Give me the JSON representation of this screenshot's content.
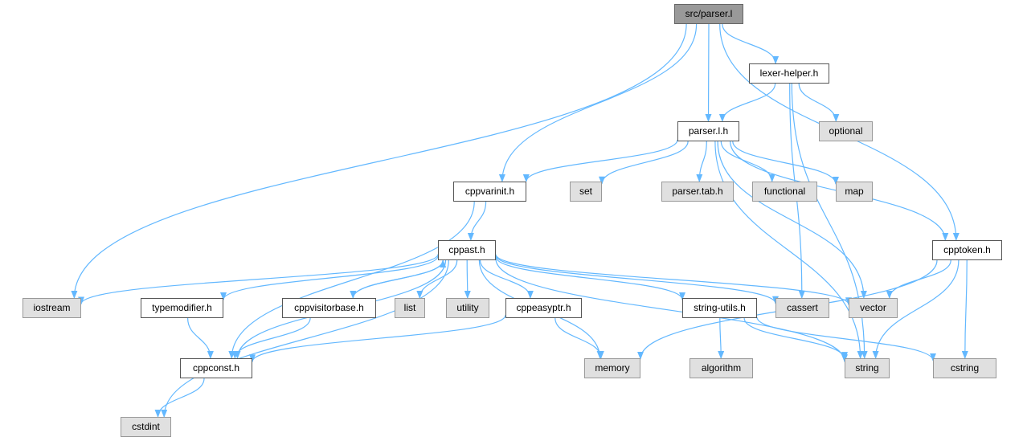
{
  "graph": {
    "edge_color": "#63b8ff",
    "node_colors": {
      "root": "#999999",
      "local": "#ffffff",
      "system": "#e0e0e0"
    },
    "nodes": [
      {
        "id": "src_parser_l",
        "label": "src/parser.l",
        "kind": "root"
      },
      {
        "id": "lexer_helper_h",
        "label": "lexer-helper.h",
        "kind": "local"
      },
      {
        "id": "optional",
        "label": "optional",
        "kind": "system"
      },
      {
        "id": "parser_l_h",
        "label": "parser.l.h",
        "kind": "local"
      },
      {
        "id": "cppvarinit_h",
        "label": "cppvarinit.h",
        "kind": "local"
      },
      {
        "id": "set",
        "label": "set",
        "kind": "system"
      },
      {
        "id": "parser_tab_h",
        "label": "parser.tab.h",
        "kind": "system"
      },
      {
        "id": "functional",
        "label": "functional",
        "kind": "system"
      },
      {
        "id": "map",
        "label": "map",
        "kind": "system"
      },
      {
        "id": "cppast_h",
        "label": "cppast.h",
        "kind": "local"
      },
      {
        "id": "cpptoken_h",
        "label": "cpptoken.h",
        "kind": "local"
      },
      {
        "id": "iostream",
        "label": "iostream",
        "kind": "system"
      },
      {
        "id": "typemodifier_h",
        "label": "typemodifier.h",
        "kind": "local"
      },
      {
        "id": "cppvisitorbase_h",
        "label": "cppvisitorbase.h",
        "kind": "local"
      },
      {
        "id": "list",
        "label": "list",
        "kind": "system"
      },
      {
        "id": "utility",
        "label": "utility",
        "kind": "system"
      },
      {
        "id": "cppeasyptr_h",
        "label": "cppeasyptr.h",
        "kind": "local"
      },
      {
        "id": "string_utils_h",
        "label": "string-utils.h",
        "kind": "local"
      },
      {
        "id": "cassert",
        "label": "cassert",
        "kind": "system"
      },
      {
        "id": "vector",
        "label": "vector",
        "kind": "system"
      },
      {
        "id": "cppconst_h",
        "label": "cppconst.h",
        "kind": "local"
      },
      {
        "id": "memory",
        "label": "memory",
        "kind": "system"
      },
      {
        "id": "algorithm",
        "label": "algorithm",
        "kind": "system"
      },
      {
        "id": "string",
        "label": "string",
        "kind": "system"
      },
      {
        "id": "cstring",
        "label": "cstring",
        "kind": "system"
      },
      {
        "id": "cstdint",
        "label": "cstdint",
        "kind": "system"
      }
    ],
    "edges": [
      [
        "src_parser_l",
        "lexer_helper_h"
      ],
      [
        "src_parser_l",
        "parser_l_h"
      ],
      [
        "src_parser_l",
        "cppvarinit_h"
      ],
      [
        "src_parser_l",
        "cpptoken_h"
      ],
      [
        "src_parser_l",
        "iostream"
      ],
      [
        "lexer_helper_h",
        "parser_l_h"
      ],
      [
        "lexer_helper_h",
        "optional"
      ],
      [
        "lexer_helper_h",
        "cassert"
      ],
      [
        "lexer_helper_h",
        "string"
      ],
      [
        "parser_l_h",
        "cppvarinit_h"
      ],
      [
        "parser_l_h",
        "set"
      ],
      [
        "parser_l_h",
        "parser_tab_h"
      ],
      [
        "parser_l_h",
        "functional"
      ],
      [
        "parser_l_h",
        "map"
      ],
      [
        "parser_l_h",
        "cpptoken_h"
      ],
      [
        "parser_l_h",
        "vector"
      ],
      [
        "parser_l_h",
        "string"
      ],
      [
        "cppvarinit_h",
        "cppast_h"
      ],
      [
        "cppvarinit_h",
        "cppconst_h"
      ],
      [
        "cppast_h",
        "iostream"
      ],
      [
        "cppast_h",
        "typemodifier_h"
      ],
      [
        "cppast_h",
        "cppvisitorbase_h"
      ],
      [
        "cppast_h",
        "list"
      ],
      [
        "cppast_h",
        "utility"
      ],
      [
        "cppast_h",
        "cppeasyptr_h"
      ],
      [
        "cppast_h",
        "string_utils_h"
      ],
      [
        "cppast_h",
        "cassert"
      ],
      [
        "cppast_h",
        "vector"
      ],
      [
        "cppast_h",
        "cppconst_h"
      ],
      [
        "cppast_h",
        "memory"
      ],
      [
        "cppast_h",
        "string"
      ],
      [
        "cppast_h",
        "cstdint"
      ],
      [
        "typemodifier_h",
        "cppconst_h"
      ],
      [
        "cppvisitorbase_h",
        "cppast_h"
      ],
      [
        "cppvisitorbase_h",
        "cppconst_h"
      ],
      [
        "cppeasyptr_h",
        "cppconst_h"
      ],
      [
        "cppeasyptr_h",
        "memory"
      ],
      [
        "string_utils_h",
        "algorithm"
      ],
      [
        "string_utils_h",
        "string"
      ],
      [
        "string_utils_h",
        "cstring"
      ],
      [
        "cpptoken_h",
        "vector"
      ],
      [
        "cpptoken_h",
        "memory"
      ],
      [
        "cpptoken_h",
        "string"
      ],
      [
        "cpptoken_h",
        "cstring"
      ],
      [
        "cppconst_h",
        "cstdint"
      ]
    ]
  }
}
